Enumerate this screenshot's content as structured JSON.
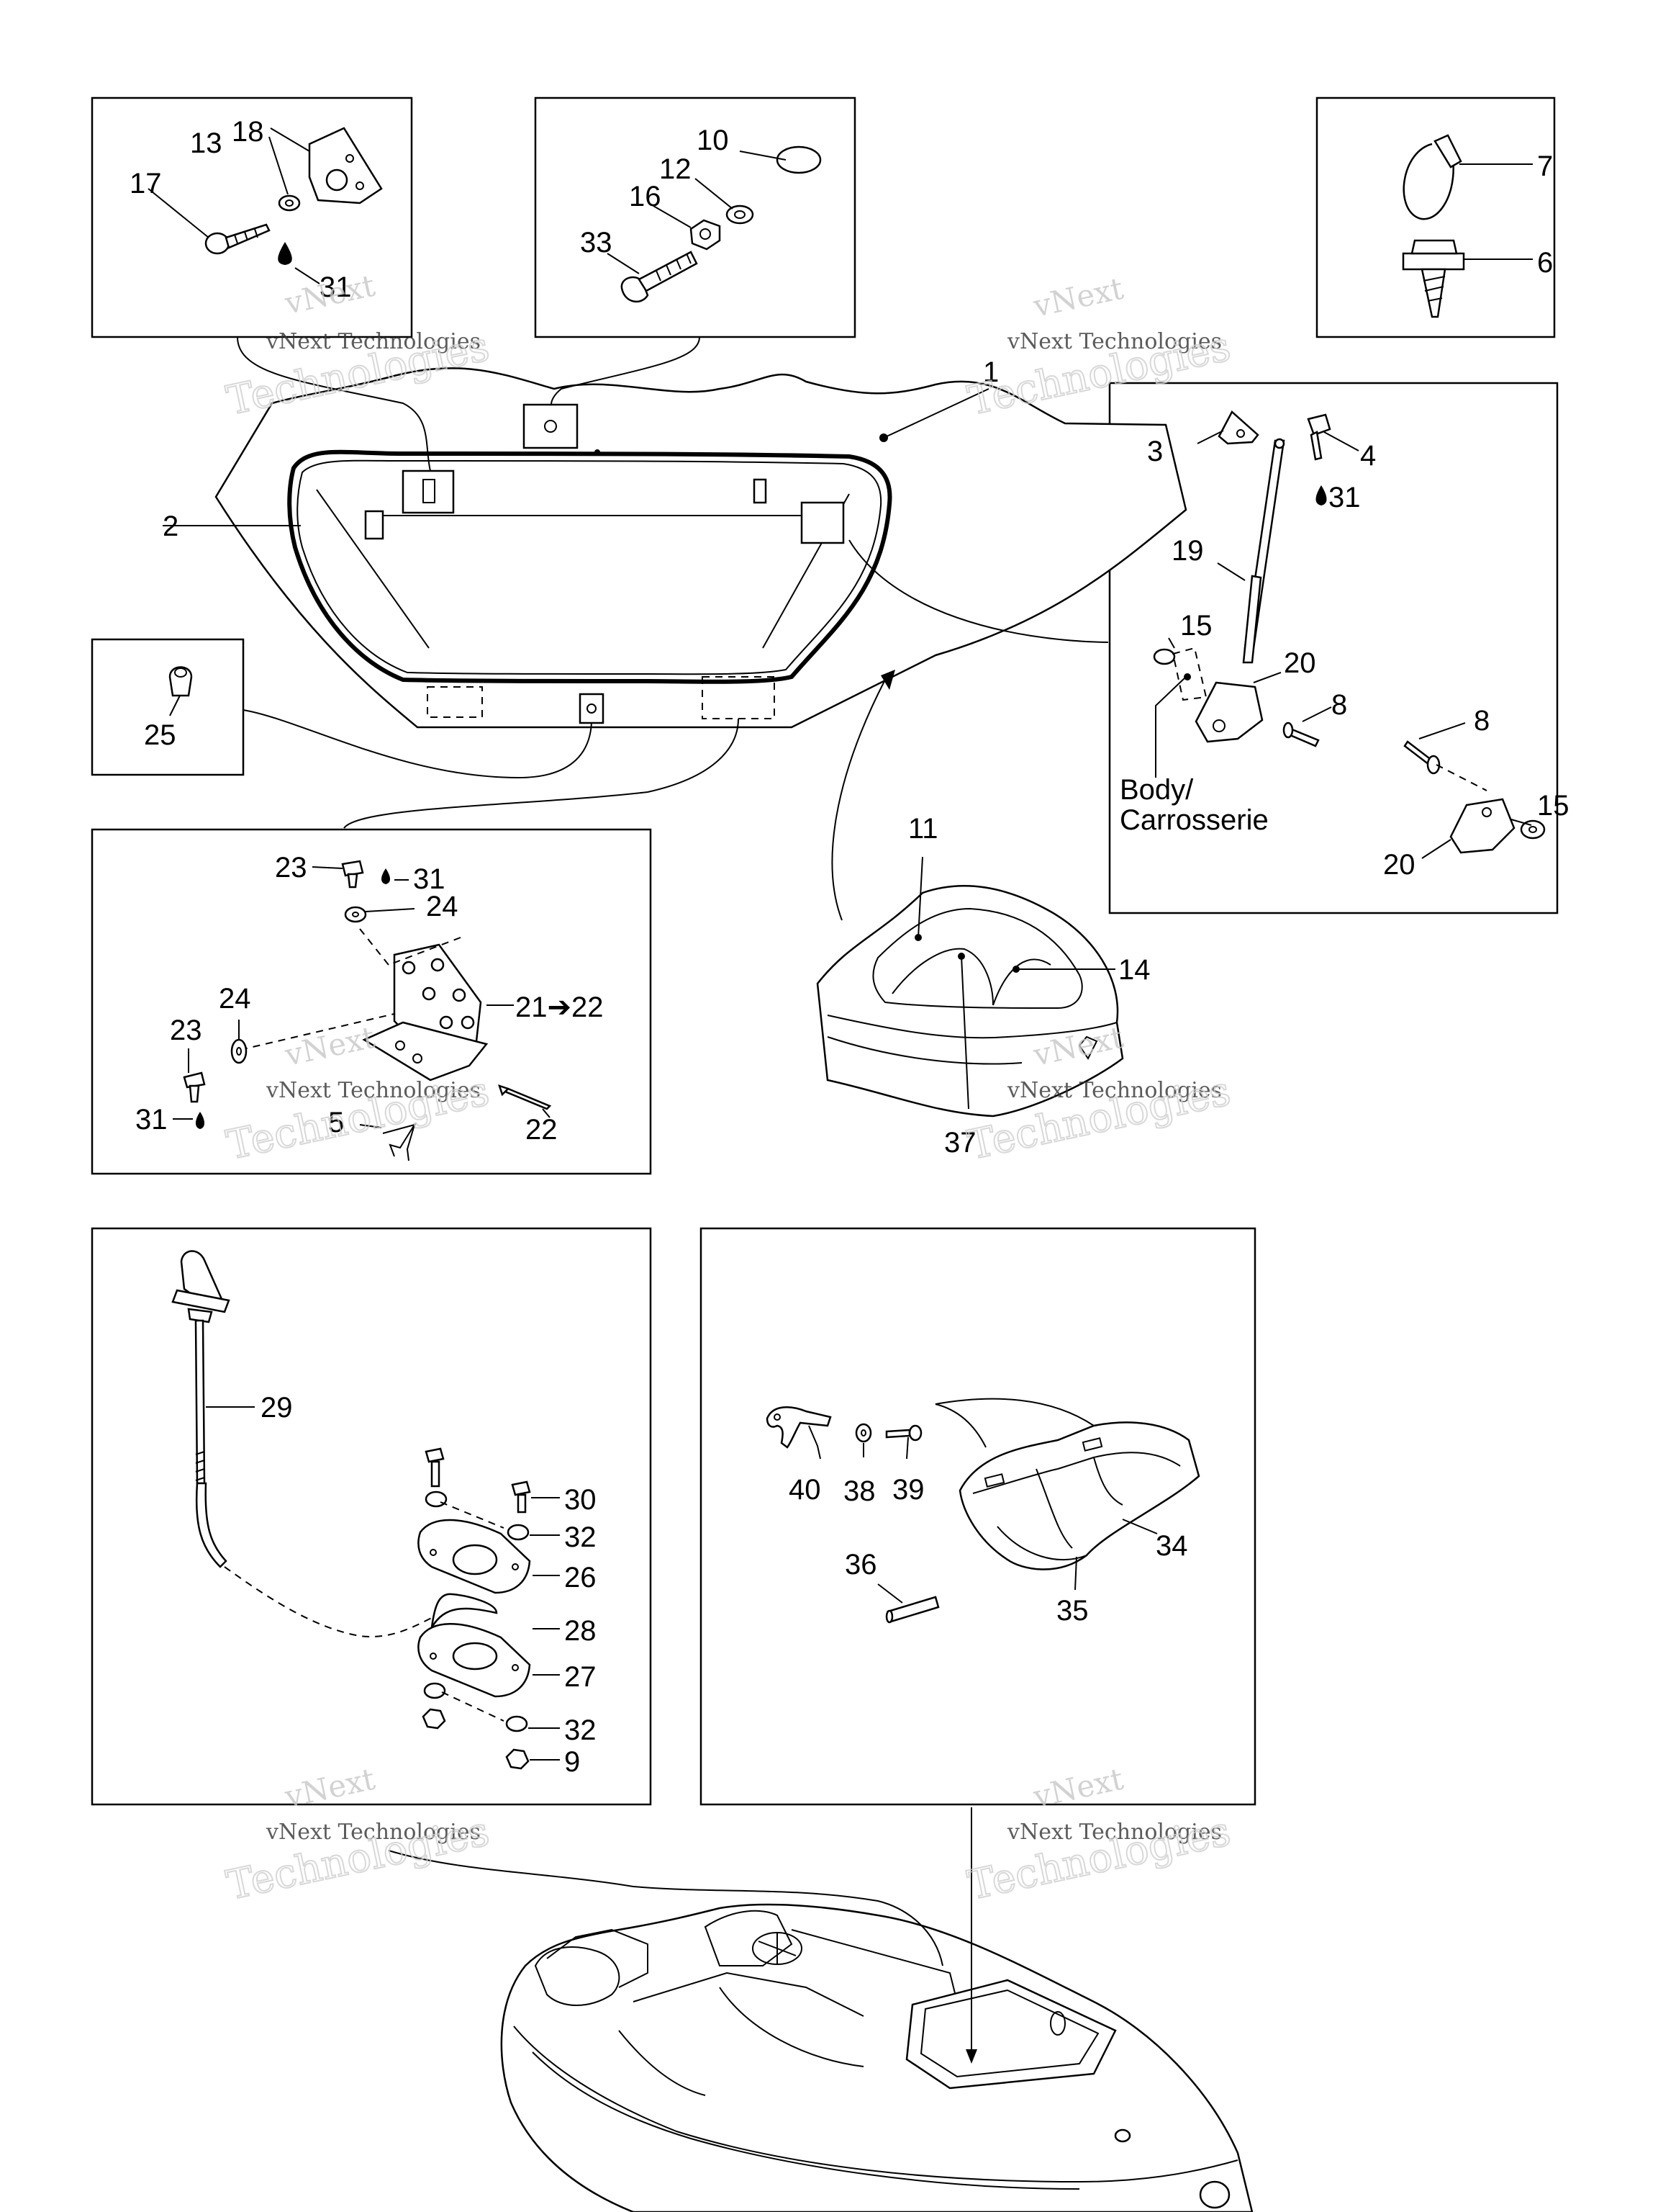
{
  "watermark": {
    "line1": "vNext",
    "line2": "vNext Technologies",
    "line3": "Technologies"
  },
  "callouts": {
    "c1": "1",
    "c2": "2",
    "c3": "3",
    "c4": "4",
    "c5": "5",
    "c6": "6",
    "c7": "7",
    "c8a": "8",
    "c8b": "8",
    "c9": "9",
    "c10": "10",
    "c11": "11",
    "c12": "12",
    "c13": "13",
    "c14": "14",
    "c15a": "15",
    "c15b": "15",
    "c16": "16",
    "c17": "17",
    "c18": "18",
    "c19": "19",
    "c20a": "20",
    "c20b": "20",
    "c21": "21➔22",
    "c22": "22",
    "c23a": "23",
    "c23b": "23",
    "c24a": "24",
    "c24b": "24",
    "c25": "25",
    "c26": "26",
    "c27": "27",
    "c28": "28",
    "c29": "29",
    "c30": "30",
    "c31a": "31",
    "c31b": "31",
    "c31c": "31",
    "c31d": "31",
    "c32a": "32",
    "c32b": "32",
    "c33": "33",
    "c34": "34",
    "c35": "35",
    "c36": "36",
    "c37": "37",
    "c38": "38",
    "c39": "39",
    "c40": "40"
  },
  "body_label": {
    "line1": "Body/",
    "line2": "Carrosserie"
  }
}
